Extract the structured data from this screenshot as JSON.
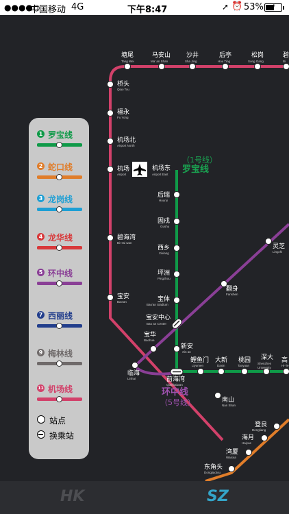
{
  "status_bar": {
    "signal": "●●●●○",
    "carrier": "中国移动",
    "network": "4G",
    "time": "下午8:47",
    "battery": "53%"
  },
  "colors": {
    "line1": "#0f9a48",
    "line2": "#e07d2a",
    "line3": "#1e9fd4",
    "line4": "#d8383a",
    "line5": "#8a3f96",
    "line7": "#223e8c",
    "line9": "#6f6a6a",
    "line11": "#d2416a",
    "bg": "#222327"
  },
  "legend": {
    "items": [
      {
        "num": "1",
        "name": "罗宝线",
        "color": "#0f9a48"
      },
      {
        "num": "2",
        "name": "蛇口线",
        "color": "#e07d2a"
      },
      {
        "num": "3",
        "name": "龙岗线",
        "color": "#1e9fd4"
      },
      {
        "num": "4",
        "name": "龙华线",
        "color": "#d8383a"
      },
      {
        "num": "5",
        "name": "环中线",
        "color": "#8a3f96"
      },
      {
        "num": "7",
        "name": "西丽线",
        "color": "#223e8c"
      },
      {
        "num": "9",
        "name": "梅林线",
        "color": "#6f6a6a"
      },
      {
        "num": "11",
        "name": "机场线",
        "color": "#d2416a"
      }
    ],
    "key_station": "站点",
    "key_transfer": "换乘站"
  },
  "map": {
    "line1_label_top": "（1号线）",
    "line1_label_bottom": "罗宝线",
    "line5_label_top": "环中线",
    "line5_label_bottom": "（5号线）",
    "top_stations": [
      {
        "cn": "塘尾",
        "en": "Tang Wei"
      },
      {
        "cn": "马安山",
        "en": "Ma' an Shan"
      },
      {
        "cn": "沙井",
        "en": "Sha Jing"
      },
      {
        "cn": "后亭",
        "en": "Hou Ting"
      },
      {
        "cn": "松岗",
        "en": "Song Gang"
      },
      {
        "cn": "碧",
        "en": "Bi"
      }
    ],
    "line11_stations": [
      {
        "cn": "桥头",
        "en": "Qiao Tou"
      },
      {
        "cn": "福永",
        "en": "Fu Yong"
      },
      {
        "cn": "机场北",
        "en": "Airport North"
      },
      {
        "cn": "机场",
        "en": "Airport"
      },
      {
        "cn": "碧海湾",
        "en": "Bi Hai wan"
      },
      {
        "cn": "宝安",
        "en": "Bao'an"
      }
    ],
    "line1_stations": [
      {
        "cn": "机场东",
        "en": "Airport East"
      },
      {
        "cn": "后瑞",
        "en": "Hourui"
      },
      {
        "cn": "固戍",
        "en": "Gushu"
      },
      {
        "cn": "西乡",
        "en": "Xixiang"
      },
      {
        "cn": "坪洲",
        "en": "Pingzhou"
      },
      {
        "cn": "宝体",
        "en": "Bao'an Stadium"
      },
      {
        "cn": "宝安中心",
        "en": "Bao an Center"
      },
      {
        "cn": "新安",
        "en": "Xin an"
      },
      {
        "cn": "前海湾",
        "en": "Qianhaiwan"
      }
    ],
    "line5_stations": [
      {
        "cn": "灵芝",
        "en": "Lingzhi"
      },
      {
        "cn": "翻身",
        "en": "Fanshen"
      },
      {
        "cn": "宝华",
        "en": "Baohua"
      },
      {
        "cn": "临海",
        "en": "Linhai"
      }
    ],
    "east_stations": [
      {
        "cn": "鲤鱼门",
        "en": "Liyumen"
      },
      {
        "cn": "大新",
        "en": "Daxin"
      },
      {
        "cn": "桃园",
        "en": "Taoyuan"
      },
      {
        "cn": "深大",
        "en": "Shenzhen University"
      },
      {
        "cn": "高",
        "en": "Hi-Te"
      }
    ],
    "south_stations": [
      {
        "cn": "南山",
        "en": "Nan Shan"
      },
      {
        "cn": "登良",
        "en": "Dengliang"
      },
      {
        "cn": "海月",
        "en": "Haiyue"
      },
      {
        "cn": "湾厦",
        "en": "Wanxia"
      },
      {
        "cn": "东角头",
        "en": "Dongjiaotou"
      }
    ]
  },
  "tabs": {
    "hk": "HK",
    "sz": "SZ"
  }
}
